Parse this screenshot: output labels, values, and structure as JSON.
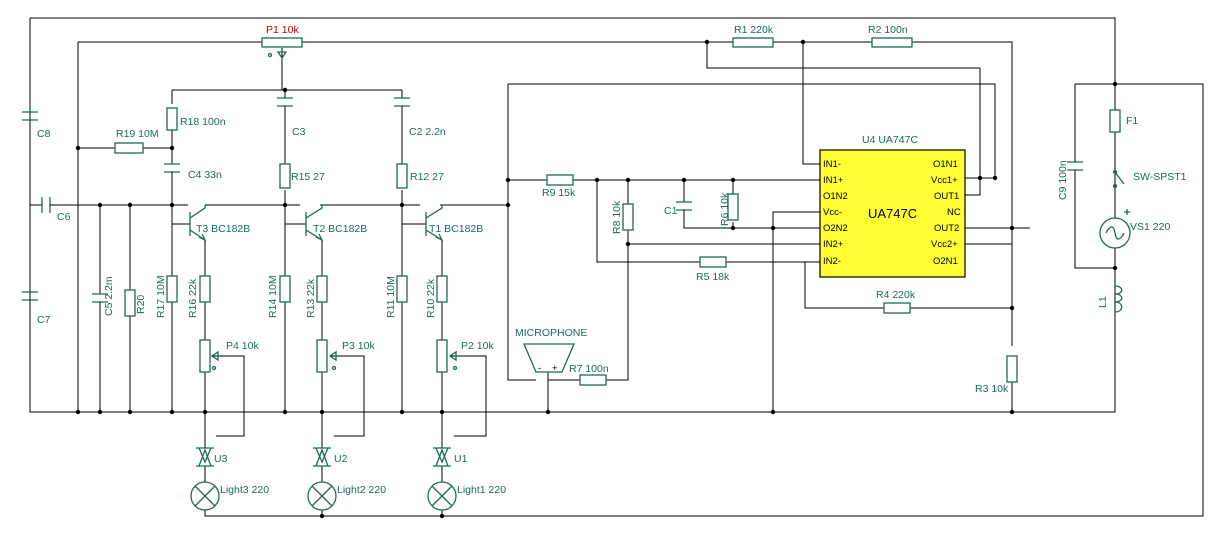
{
  "labels": {
    "P1": "P1 10k",
    "R1": "R1 220k",
    "R2": "R2 100n",
    "U4": "U4 UA747C",
    "chip": "UA747C",
    "R18": "R18 100n",
    "C3": "C3",
    "C2": "C2 2.2n",
    "C8": "C8",
    "R19": "R19 10M",
    "C4": "C4 33n",
    "R15": "R15 27",
    "R12": "R12 27",
    "R9": "R9 15k",
    "F1": "F1",
    "C9": "C9 100n",
    "SW": "SW-SPST1",
    "VS1": "VS1 220",
    "C6": "C6",
    "C1": "C1",
    "R6": "R6 10k",
    "R8": "R8 10k",
    "T3": "T3 BC182B",
    "T2": "T2 BC182B",
    "T1": "T1 BC182B",
    "C5": "C5 2.2m",
    "R20": "R20",
    "R17": "R17 10M",
    "R16": "R16 22k",
    "R14": "R14 10M",
    "R13": "R13 22k",
    "R11": "R11 10M",
    "R10": "R10 22k",
    "R5": "R5 18k",
    "R4": "R4 220k",
    "C7": "C7",
    "L1": "L1",
    "P4": "P4 10k",
    "P3": "P3 10k",
    "P2": "P2 10k",
    "MIC": "MICROPHONE",
    "R7": "R7 100n",
    "R3": "R3 10k",
    "U3": "U3",
    "U2": "U2",
    "U1": "U1",
    "Light3": "Light3 220",
    "Light2": "Light2 220",
    "Light1": "Light1 220"
  },
  "pins_left": [
    "IN1-",
    "IN1+",
    "O1N2",
    "Vcc-",
    "O2N2",
    "IN2+",
    "IN2-"
  ],
  "pins_right": [
    "O1N1",
    "Vcc1+",
    "OUT1",
    "NC",
    "OUT2",
    "Vcc2+",
    "O2N1"
  ],
  "mic_pins": [
    "-",
    "+"
  ],
  "colors": {
    "component": "#1a6b5a",
    "wire": "#000000",
    "chip_fill": "#ffff33",
    "highlight_label": "#c00000"
  }
}
